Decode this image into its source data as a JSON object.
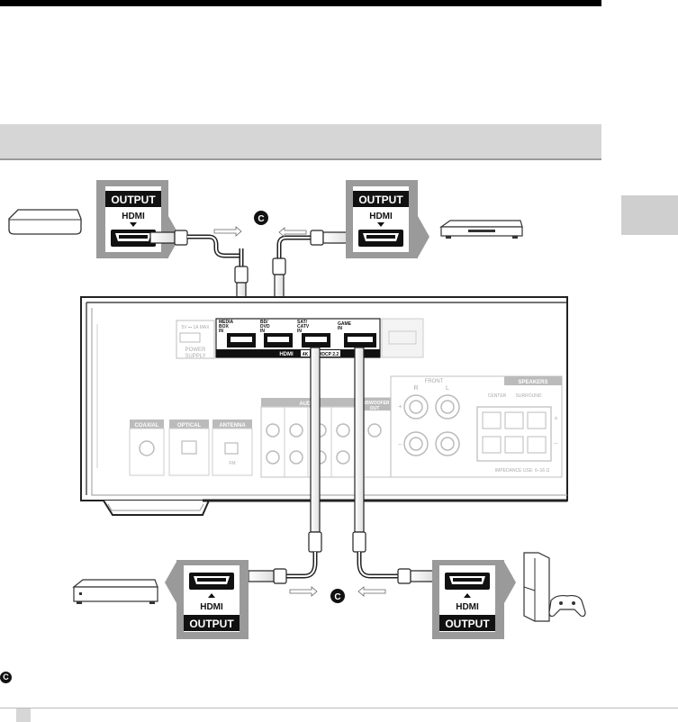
{
  "labels": {
    "output": "OUTPUT",
    "hdmi": "HDMI",
    "cable_marker": "C",
    "ports": {
      "media_box": [
        "MEDIA",
        "BOX",
        "IN"
      ],
      "bd_dvd": [
        "BD/",
        "DVD",
        "IN"
      ],
      "sat_catv": [
        "SAT/",
        "CATV",
        "IN"
      ],
      "game": [
        "GAME",
        "IN"
      ],
      "hdmi_strip": "HDMI",
      "badge_4k": "4K",
      "badge_hdcp": "HDCP 2.2"
    },
    "receiver": {
      "power": [
        "POWER",
        "SUPPLY"
      ],
      "usb": "5V ⎓ 1A MAX",
      "audio": "AUDIO",
      "subwoofer": [
        "SUBWOOFER",
        "OUT"
      ],
      "coaxial": "COAXIAL",
      "optical": "OPTICAL",
      "antenna": "ANTENNA",
      "fm": "FM",
      "front": "FRONT",
      "front_r": "R",
      "front_l": "L",
      "speakers": "SPEAKERS",
      "center": "CENTER",
      "surround": "SURROUND",
      "impedance": "IMPEDANCE USE: 6–16 Ω"
    }
  }
}
